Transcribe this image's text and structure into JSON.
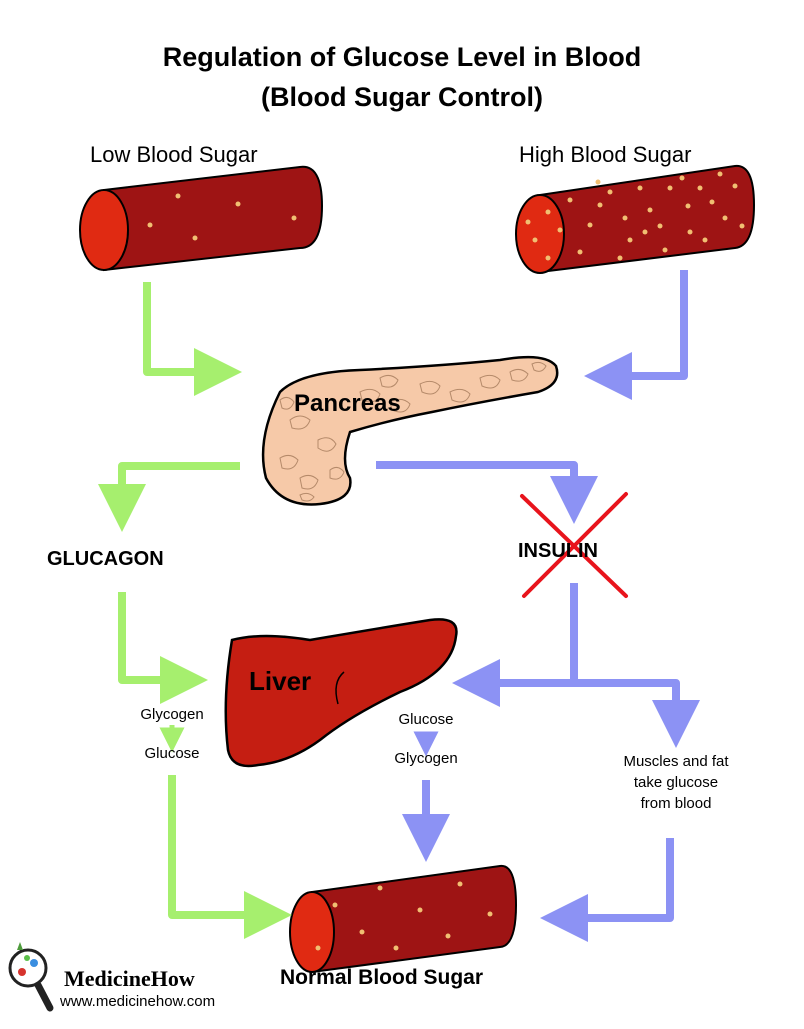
{
  "title_line1": "Regulation of Glucose Level in Blood",
  "title_line2": "(Blood Sugar Control)",
  "low_blood_sugar": "Low Blood Sugar",
  "high_blood_sugar": "High Blood Sugar",
  "pancreas": "Pancreas",
  "glucagon": "GLUCAGON",
  "insulin": "INSULIN",
  "liver": "Liver",
  "glycogen_to_glucose": {
    "from": "Glycogen",
    "to": "Glucose"
  },
  "glucose_to_glycogen": {
    "from": "Glucose",
    "to": "Glycogen"
  },
  "muscles_fat": [
    "Muscles and fat",
    "take glucose",
    "from blood"
  ],
  "normal_blood_sugar": "Normal Blood Sugar",
  "logo": {
    "name": "MedicineHow",
    "url": "www.medicinehow.com"
  },
  "colors": {
    "green_arrow": "#a6ef6e",
    "blue_arrow": "#8c92f4",
    "vessel": "#9e1414",
    "vessel_end": "#e02a12",
    "dots": "#f1bf72",
    "pancreas": "#f6c9a8",
    "liver": "#c51e12",
    "cross": "#e8141c"
  }
}
